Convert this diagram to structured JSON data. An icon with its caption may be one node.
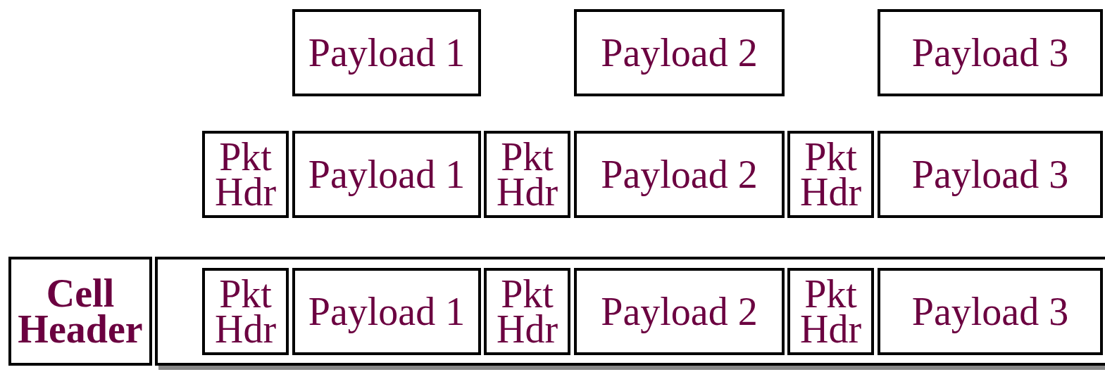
{
  "diagram": {
    "nodes": [
      {
        "text": [
          "Payload 1"
        ]
      },
      {
        "text": [
          "Payload 2"
        ]
      },
      {
        "text": [
          "Payload 3"
        ]
      },
      {
        "text": [
          "Pkt Hdr"
        ]
      },
      {
        "text": [
          "Payload 1"
        ]
      },
      {
        "text": [
          "Pkt Hdr"
        ]
      },
      {
        "text": [
          "Payload 2"
        ]
      },
      {
        "text": [
          "Pkt Hdr"
        ]
      },
      {
        "text": [
          "Payload 3"
        ]
      },
      {
        "text": [
          "Cell Header"
        ]
      },
      {
        "text": [],
        "shape": "box"
      },
      {
        "text": [
          "Pkt Hdr"
        ],
        "in": 10
      },
      {
        "text": [
          "Payload 1"
        ],
        "in": 10
      },
      {
        "text": [
          "Pkt Hdr"
        ],
        "in": 10
      },
      {
        "text": [
          "Payload 2"
        ],
        "in": 10
      },
      {
        "text": [
          "Pkt Hdr"
        ],
        "in": 10
      },
      {
        "text": [
          "Payload 3"
        ],
        "in": 10
      }
    ],
    "edges": []
  }
}
